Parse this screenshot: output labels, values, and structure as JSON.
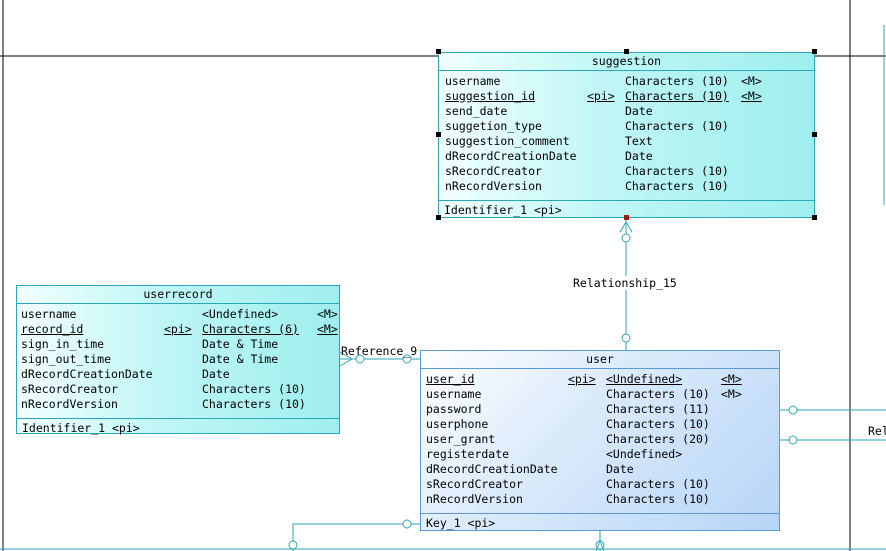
{
  "entities": {
    "suggestion": {
      "name": "suggestion",
      "attributes": [
        {
          "name": "username",
          "pi": "",
          "type": "Characters (10)",
          "m": "<M>",
          "key": false
        },
        {
          "name": "suggestion_id",
          "pi": "<pi>",
          "type": "Characters (10)",
          "m": "<M>",
          "key": true
        },
        {
          "name": "send_date",
          "pi": "",
          "type": "Date",
          "m": "",
          "key": false
        },
        {
          "name": "suggetion_type",
          "pi": "",
          "type": "Characters (10)",
          "m": "",
          "key": false
        },
        {
          "name": "suggestion_comment",
          "pi": "",
          "type": "Text",
          "m": "",
          "key": false
        },
        {
          "name": "dRecordCreationDate",
          "pi": "",
          "type": "Date",
          "m": "",
          "key": false
        },
        {
          "name": "sRecordCreator",
          "pi": "",
          "type": "Characters (10)",
          "m": "",
          "key": false
        },
        {
          "name": "nRecordVersion",
          "pi": "",
          "type": "Characters (10)",
          "m": "",
          "key": false
        }
      ],
      "identifier": "Identifier_1  <pi>"
    },
    "userrecord": {
      "name": "userrecord",
      "attributes": [
        {
          "name": "username",
          "pi": "",
          "type": "<Undefined>",
          "m": "<M>",
          "key": false
        },
        {
          "name": "record_id",
          "pi": "<pi>",
          "type": "Characters (6)",
          "m": "<M>",
          "key": true
        },
        {
          "name": "sign_in_time",
          "pi": "",
          "type": "Date & Time",
          "m": "",
          "key": false
        },
        {
          "name": "sign_out_time",
          "pi": "",
          "type": "Date & Time",
          "m": "",
          "key": false
        },
        {
          "name": "dRecordCreationDate",
          "pi": "",
          "type": "Date",
          "m": "",
          "key": false
        },
        {
          "name": "sRecordCreator",
          "pi": "",
          "type": "Characters (10)",
          "m": "",
          "key": false
        },
        {
          "name": "nRecordVersion",
          "pi": "",
          "type": "Characters (10)",
          "m": "",
          "key": false
        }
      ],
      "identifier": "Identifier_1  <pi>"
    },
    "user": {
      "name": "user",
      "attributes": [
        {
          "name": "user_id",
          "pi": "<pi>",
          "type": "<Undefined>",
          "m": "<M>",
          "key": true
        },
        {
          "name": "username",
          "pi": "",
          "type": "Characters (10)",
          "m": "<M>",
          "key": false
        },
        {
          "name": "password",
          "pi": "",
          "type": "Characters (11)",
          "m": "",
          "key": false
        },
        {
          "name": "userphone",
          "pi": "",
          "type": "Characters (10)",
          "m": "",
          "key": false
        },
        {
          "name": "user_grant",
          "pi": "",
          "type": "Characters (20)",
          "m": "",
          "key": false
        },
        {
          "name": "registerdate",
          "pi": "",
          "type": "<Undefined>",
          "m": "",
          "key": false
        },
        {
          "name": "dRecordCreationDate",
          "pi": "",
          "type": "Date",
          "m": "",
          "key": false
        },
        {
          "name": "sRecordCreator",
          "pi": "",
          "type": "Characters (10)",
          "m": "",
          "key": false
        },
        {
          "name": "nRecordVersion",
          "pi": "",
          "type": "Characters (10)",
          "m": "",
          "key": false
        }
      ],
      "identifier": "Key_1  <pi>"
    }
  },
  "relationships": {
    "relationship_15": "Relationship_15",
    "reference_9": "Reference_9",
    "partial_right": "Rel"
  },
  "colors": {
    "connector": "#2aa7b8",
    "entity_border": "#2aa7b8",
    "user_border": "#5a9bd5",
    "handle": "#000000",
    "handle_selected": "#a01818"
  }
}
